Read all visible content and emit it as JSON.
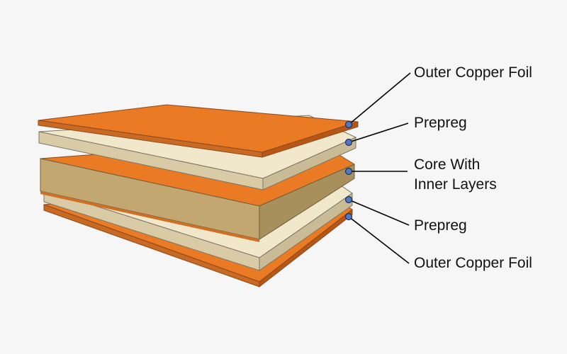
{
  "diagram": {
    "labels": [
      {
        "id": "outer-foil-top",
        "text": "Outer Copper Foil"
      },
      {
        "id": "prepreg-top",
        "text": "Prepreg"
      },
      {
        "id": "core-line1",
        "text": "Core With"
      },
      {
        "id": "core-line2",
        "text": "Inner Layers"
      },
      {
        "id": "prepreg-bottom",
        "text": "Prepreg"
      },
      {
        "id": "outer-foil-bottom",
        "text": "Outer Copper Foil"
      }
    ],
    "colors": {
      "copper": "#ea7a23",
      "copper_dark": "#b85616",
      "prepreg": "#ede3c6",
      "prepreg_dark": "#c9bb95",
      "core": "#c2a771",
      "core_dark": "#9d8450",
      "leader_line": "#000000",
      "marker": "#4f79c8"
    }
  }
}
